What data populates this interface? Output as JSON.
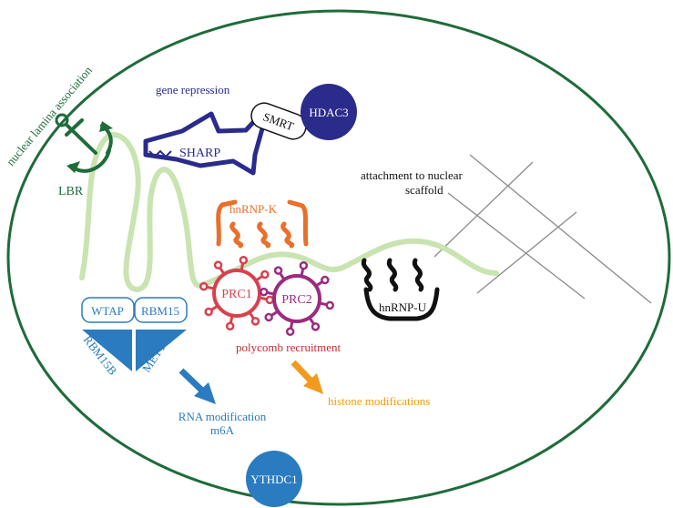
{
  "colors": {
    "nucleus": "#1f6b3a",
    "lbr": "#1f6b3a",
    "xist": "#c9e3b1",
    "sharp": "#2b2b8c",
    "hdac3": "#2b2b8c",
    "hnrnpk": "#e8702a",
    "prc1": "#d9404f",
    "prc2": "#9a2c7f",
    "polycomb_text": "#b83232",
    "histone": "#f29a1d",
    "m6a": "#2a7bbf",
    "ythdc1": "#2a7bbf",
    "scaffold": "#8a8a8a",
    "black": "#111111"
  },
  "icons": {
    "lbr": "anchor-icon",
    "sharp": "shark-icon",
    "prc": "gear-icon",
    "arrows": "arrow-icon"
  },
  "labels": {
    "nuclear_lamina": "nuclear lamina association",
    "lbr": "LBR",
    "gene_repression": "gene repression",
    "sharp": "SHARP",
    "smrt": "SMRT",
    "hdac3": "HDAC3",
    "attachment": "attachment to nuclear",
    "scaffold": "scaffold",
    "hnrnpk": "hnRNP-K",
    "hnrnpu": "hnRNP-U",
    "prc1": "PRC1",
    "prc2": "PRC2",
    "polycomb": "polycomb recruitment",
    "histone": "histone modifications",
    "wtap": "WTAP",
    "rbm15": "RBM15",
    "rbm15b": "RBM15B",
    "mettl3": "METTL3",
    "rna_mod": "RNA modification",
    "m6a": "m6A",
    "ythdc1": "YTHDC1"
  }
}
